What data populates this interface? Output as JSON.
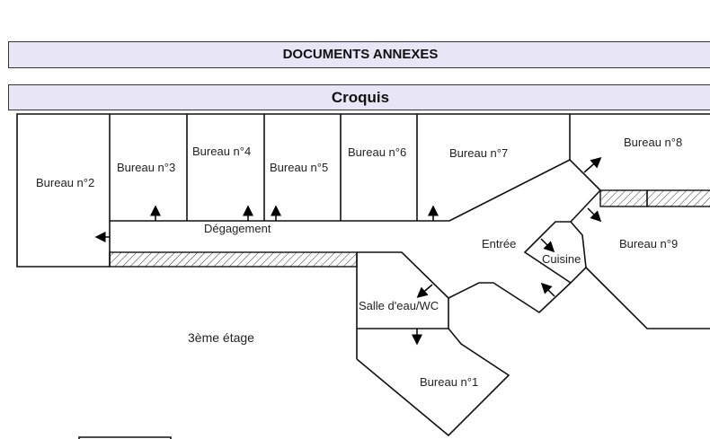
{
  "section_title": "DOCUMENTS ANNEXES",
  "subsection_title": "Croquis",
  "plan": {
    "floor_label": "3ème étage",
    "rooms": {
      "bureau1": "Bureau n°1",
      "bureau2": "Bureau n°2",
      "bureau3": "Bureau n°3",
      "bureau4": "Bureau n°4",
      "bureau5": "Bureau n°5",
      "bureau6": "Bureau n°6",
      "bureau7": "Bureau n°7",
      "bureau8": "Bureau n°8",
      "bureau9": "Bureau n°9",
      "degagement": "Dégagement",
      "entree": "Entrée",
      "cuisine": "Cuisine",
      "salle_eau": "Salle d'eau/WC"
    }
  }
}
